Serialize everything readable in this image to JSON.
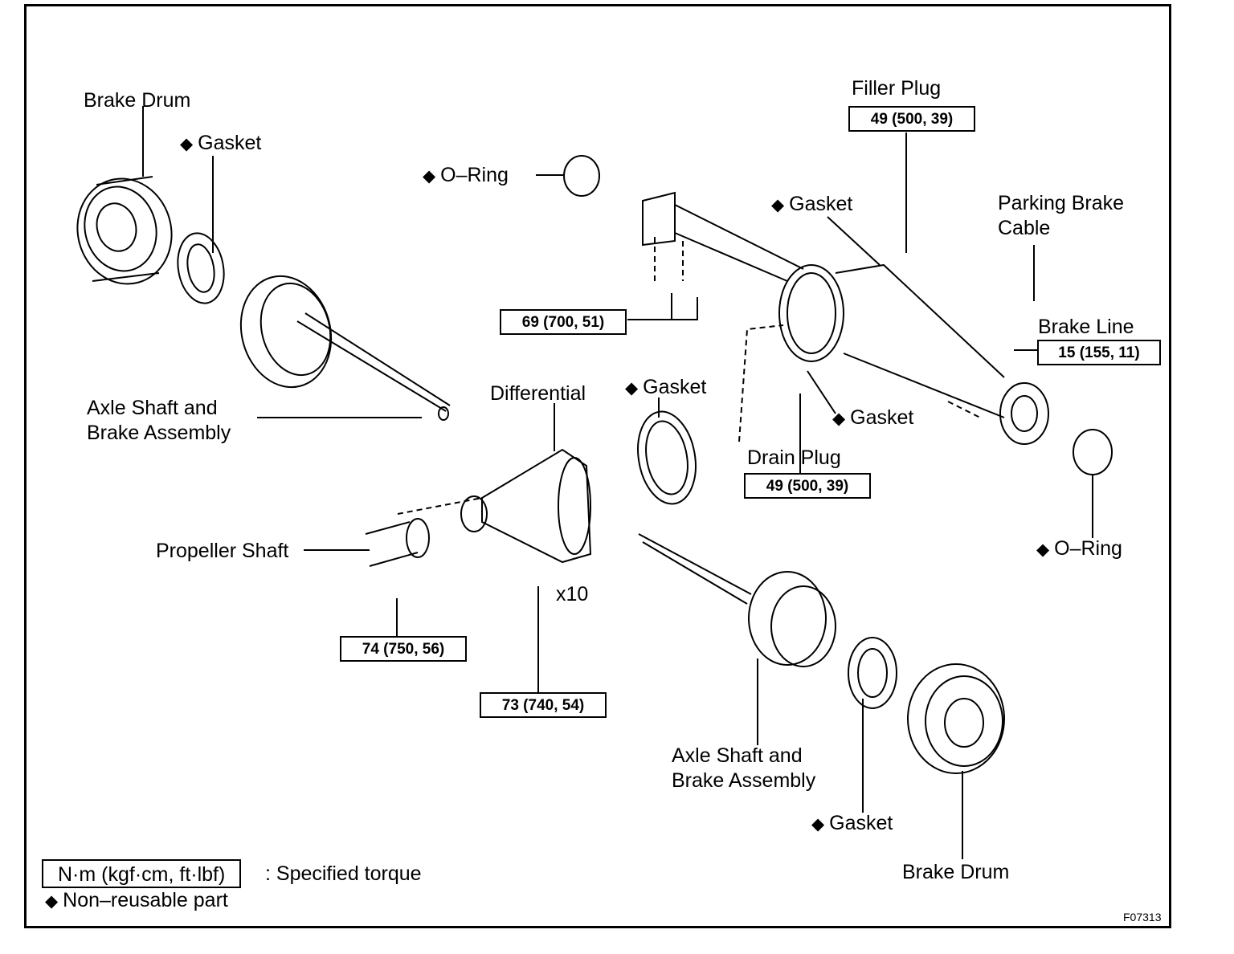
{
  "labels": {
    "brake_drum_left": "Brake Drum",
    "gasket_left": "Gasket",
    "o_ring_top": "O–Ring",
    "axle_shaft_left": [
      "Axle Shaft and",
      "Brake Assembly"
    ],
    "differential": "Differential",
    "propeller_shaft": "Propeller Shaft",
    "x10": "x10",
    "filler_plug": "Filler Plug",
    "gasket_filler": "Gasket",
    "parking_brake_cable": [
      "Parking Brake",
      "Cable"
    ],
    "brake_line": "Brake Line",
    "gasket_housing": "Gasket",
    "gasket_drain": "Gasket",
    "drain_plug": "Drain Plug",
    "o_ring_right": "O–Ring",
    "axle_shaft_right": [
      "Axle Shaft and",
      "Brake Assembly"
    ],
    "gasket_right": "Gasket",
    "brake_drum_right": "Brake Drum"
  },
  "torques": {
    "filler_plug": "49 (500, 39)",
    "housing_bolts": "69 (700, 51)",
    "brake_line": "15 (155, 11)",
    "drain_plug": "49 (500, 39)",
    "propeller_shaft": "74 (750, 56)",
    "differential": "73 (740, 54)"
  },
  "legend": {
    "torque_unit": "N·m (kgf·cm, ft·lbf)",
    "torque_desc": ": Specified torque",
    "non_reusable": "Non–reusable part",
    "diamond": "◆"
  },
  "figure_code": "F07313"
}
